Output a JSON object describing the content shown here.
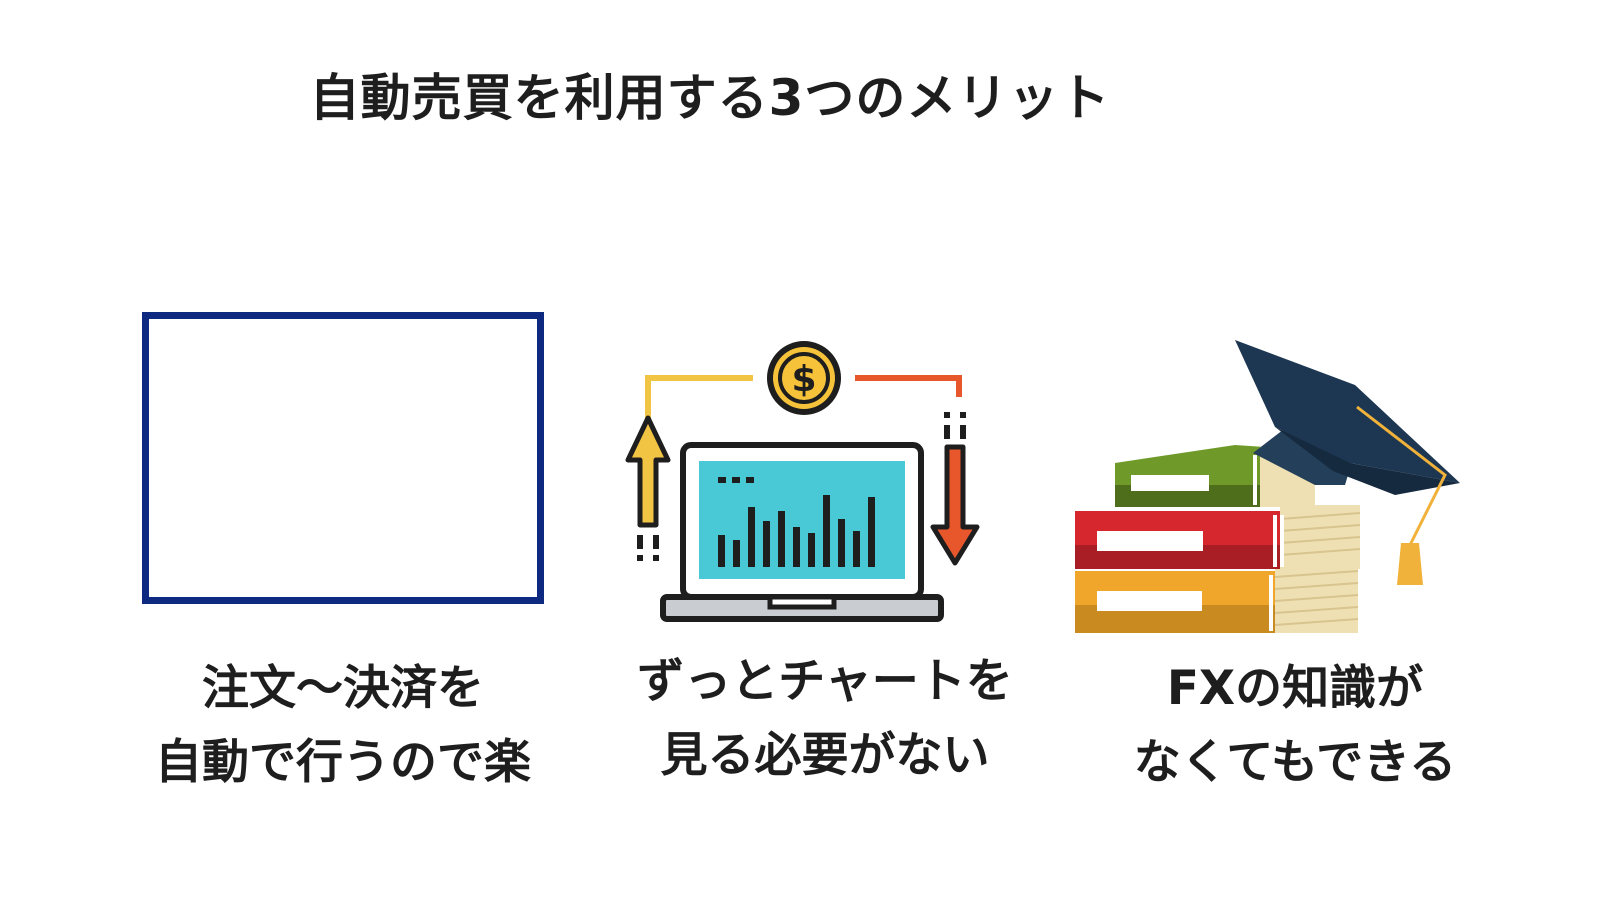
{
  "title": "自動売買を利用する3つのメリット",
  "merits": [
    {
      "icon": "image-placeholder-frame",
      "lines": [
        "注文～決済を",
        "自動で行うので楽"
      ]
    },
    {
      "icon": "laptop-chart-dollar-icon",
      "lines": [
        "ずっとチャートを",
        "見る必要がない"
      ]
    },
    {
      "icon": "books-graduation-cap-icon",
      "lines": [
        "FXの知識が",
        "なくてもできる"
      ]
    }
  ],
  "colors": {
    "frame_border": "#0d2a80",
    "screen": "#49c9d6",
    "dollar_coin": "#f5c23a",
    "arrow_up": "#f2c444",
    "arrow_down": "#e8572b",
    "book_green": "#6f9a2a",
    "book_red": "#d7272e",
    "book_orange": "#f0a62a",
    "cap_navy": "#1d3752"
  }
}
